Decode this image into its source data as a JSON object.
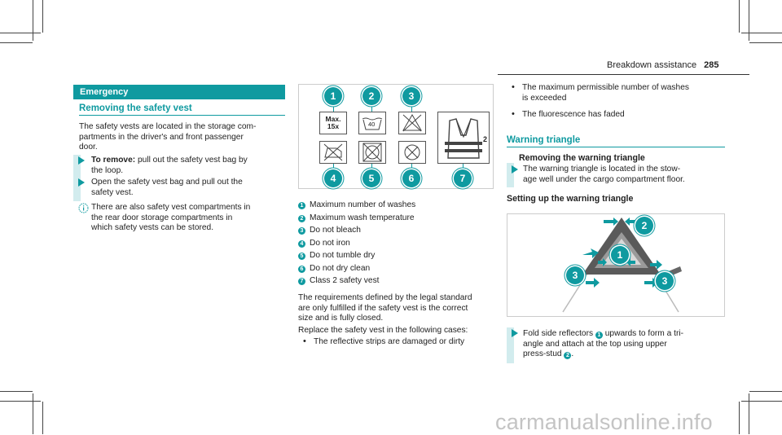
{
  "header": {
    "title": "Breakdown assistance",
    "page": "285"
  },
  "left": {
    "section_band": "Emergency",
    "heading": "Removing the safety vest",
    "intro": [
      "The safety vests are located in the storage com-",
      "partments in the driver's and front passenger",
      "door."
    ],
    "step1_bold": "To remove:",
    "step1_rest": " pull out the safety vest bag by",
    "step1_line2": "the loop.",
    "step2": [
      "Open the safety vest bag and pull out the",
      "safety vest."
    ],
    "note": [
      "There are also safety vest compartments in",
      "the rear door storage compartments in",
      "which safety vests can be stored."
    ]
  },
  "figure": {
    "max_label_1": "Max.",
    "max_label_2": "15x",
    "temp_label": "40",
    "class_label": "2",
    "callouts": [
      "1",
      "2",
      "3",
      "4",
      "5",
      "6",
      "7"
    ]
  },
  "middle": {
    "legend": [
      {
        "n": "1",
        "text": "Maximum number of washes"
      },
      {
        "n": "2",
        "text": "Maximum wash temperature"
      },
      {
        "n": "3",
        "text": "Do not bleach"
      },
      {
        "n": "4",
        "text": "Do not iron"
      },
      {
        "n": "5",
        "text": "Do not tumble dry"
      },
      {
        "n": "6",
        "text": "Do not dry clean"
      },
      {
        "n": "7",
        "text": "Class 2 safety vest"
      }
    ],
    "para1": [
      "The requirements defined by the legal standard",
      "are only fulfilled if the safety vest is the correct",
      "size and is fully closed."
    ],
    "para2": "Replace the safety vest in the following cases:",
    "bullet1": "The reflective strips are damaged or dirty"
  },
  "right": {
    "bullet2": [
      "The maximum permissible number of washes",
      "is exceeded"
    ],
    "bullet3": "The fluorescence has faded",
    "section_heading": "Warning triangle",
    "sub1": "Removing the warning triangle",
    "sub1_text": [
      "The warning triangle is located in the stow-",
      "age well under the cargo compartment floor."
    ],
    "sub2": "Setting up the warning triangle",
    "fig_callouts": [
      "1",
      "2",
      "3",
      "3"
    ],
    "fold_a": "Fold side reflectors",
    "fold_n1": "1",
    "fold_b": "upwards to form a tri-",
    "fold_line2": "angle and attach at the top using upper",
    "fold_c": "press-stud",
    "fold_n2": "2",
    "fold_d": "."
  },
  "watermark": "carmanualsonline.info",
  "colors": {
    "accent": "#0f9aa0",
    "bar": "#d2ecee"
  }
}
